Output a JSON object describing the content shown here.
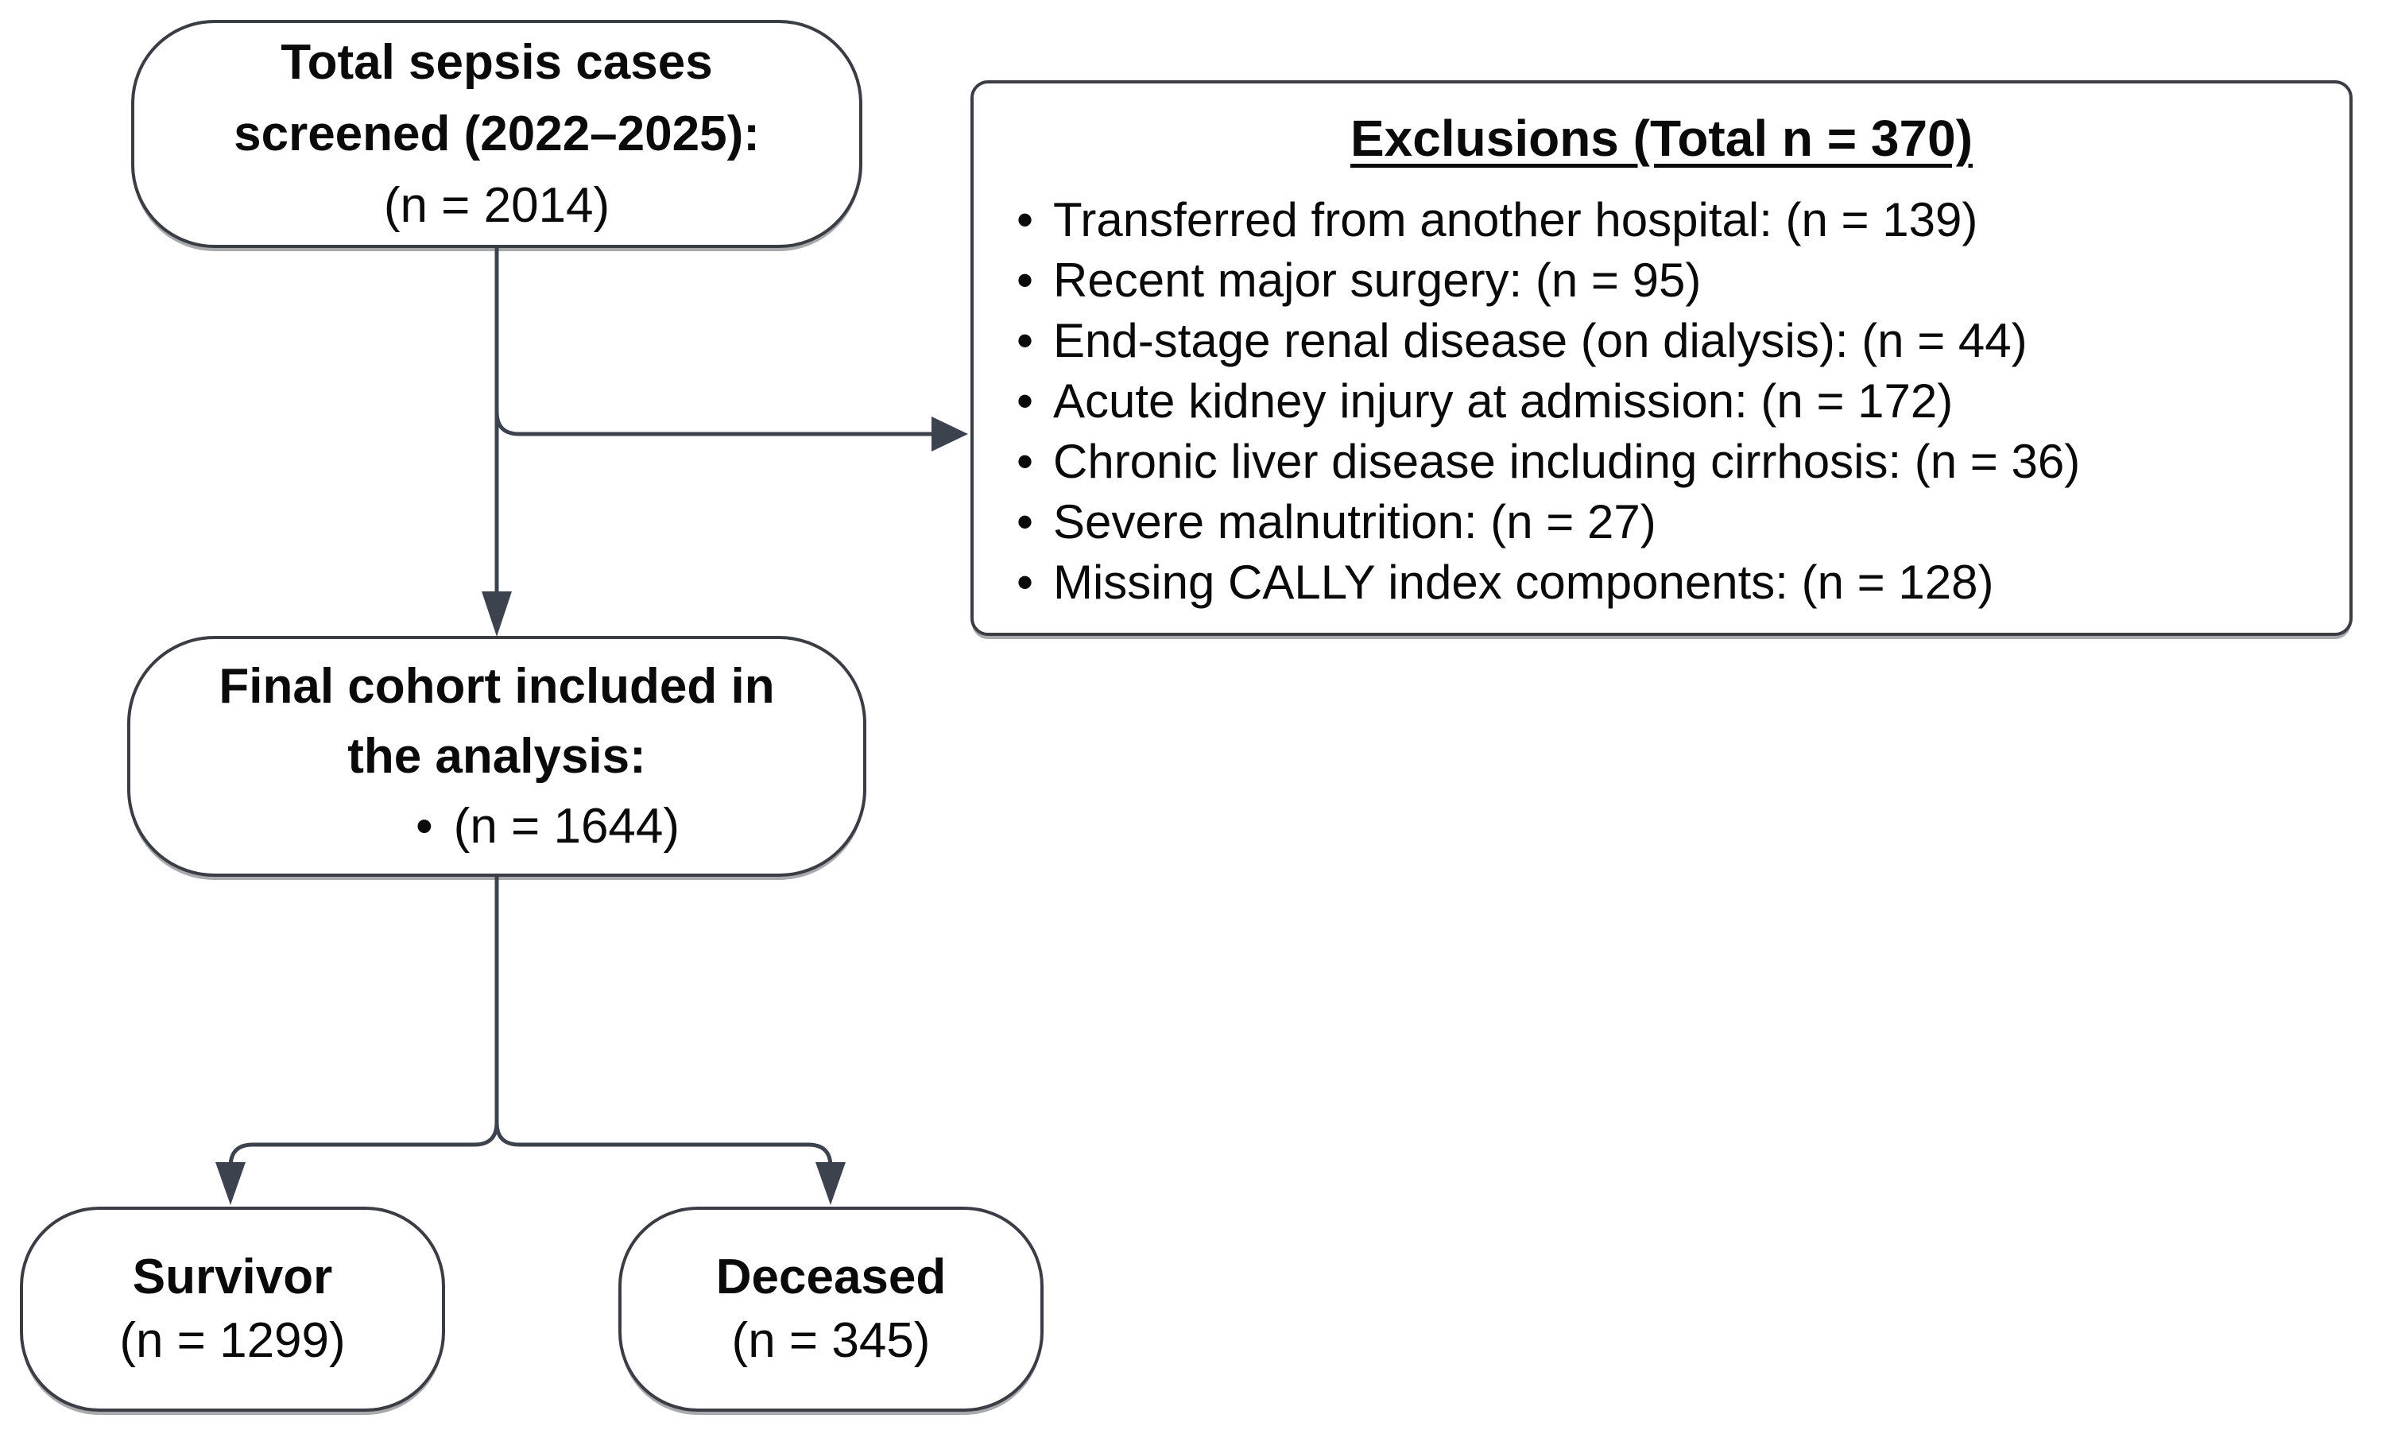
{
  "diagram": {
    "nodes": {
      "screened": {
        "title_line1": "Total sepsis cases",
        "title_line2": "screened (2022–2025):",
        "count": "(n = 2014)"
      },
      "exclusions": {
        "title": "Exclusions (Total n = 370)",
        "items": [
          "Transferred from another hospital: (n = 139)",
          "Recent major surgery: (n = 95)",
          "End-stage renal disease (on dialysis): (n = 44)",
          "Acute kidney injury at admission: (n = 172)",
          "Chronic liver disease including cirrhosis: (n = 36)",
          "Severe malnutrition: (n = 27)",
          "Missing CALLY index components: (n = 128)"
        ]
      },
      "final_cohort": {
        "title_line1": "Final cohort included in",
        "title_line2": "the analysis:",
        "count": "(n = 1644)"
      },
      "survivor": {
        "title": "Survivor",
        "count": "(n = 1299)"
      },
      "deceased": {
        "title": "Deceased",
        "count": "(n = 345)"
      }
    },
    "colors": {
      "connector": "#3d434e",
      "box_border": "#3a3d44",
      "text": "#0a0a0a",
      "background": "#ffffff"
    }
  }
}
